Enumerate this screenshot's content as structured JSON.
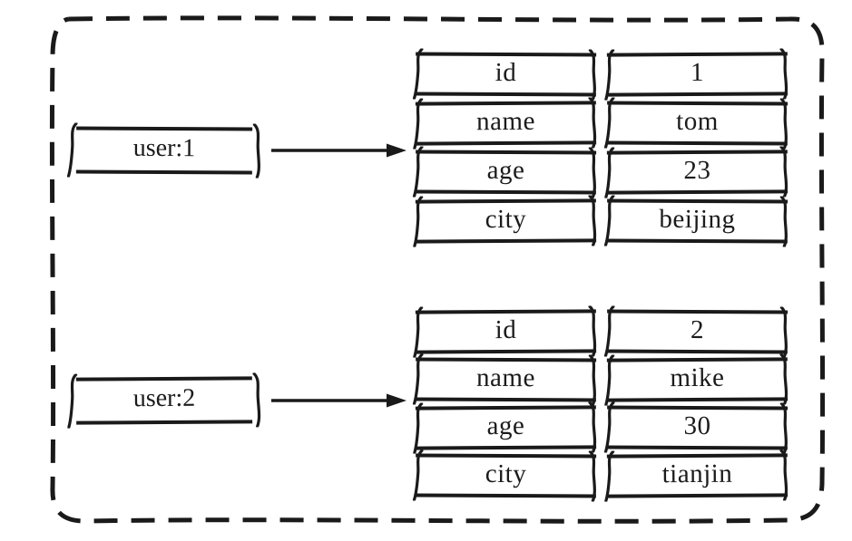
{
  "colors": {
    "ink": "#1a1a1a",
    "background": "#ffffff"
  },
  "entries": [
    {
      "key": "user:1",
      "fields": [
        {
          "name": "id",
          "value": "1"
        },
        {
          "name": "name",
          "value": "tom"
        },
        {
          "name": "age",
          "value": "23"
        },
        {
          "name": "city",
          "value": "beijing"
        }
      ]
    },
    {
      "key": "user:2",
      "fields": [
        {
          "name": "id",
          "value": "2"
        },
        {
          "name": "name",
          "value": "mike"
        },
        {
          "name": "age",
          "value": "30"
        },
        {
          "name": "city",
          "value": "tianjin"
        }
      ]
    }
  ]
}
